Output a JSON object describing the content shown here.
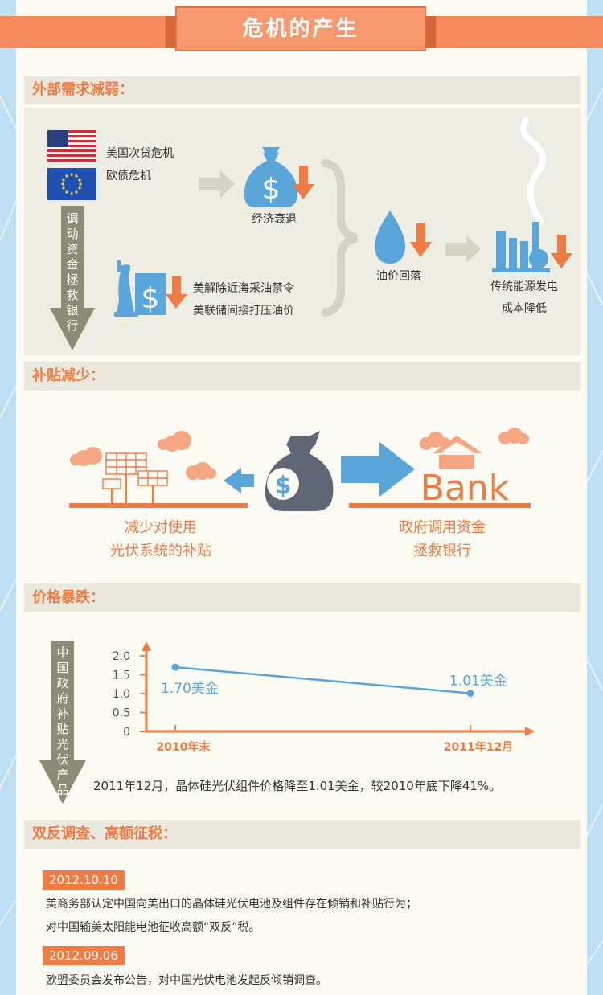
{
  "header": {
    "title": "危机的产生"
  },
  "section1": {
    "title": "外部需求减弱：",
    "us_crisis": "美国次贷危机",
    "eu_crisis": "欧债危机",
    "vertical_arrow": "调动资金拯救银行",
    "recession": "经济衰退",
    "policy_line1": "美解除近海采油禁令",
    "policy_line2": "美联储间接打压油价",
    "oil_drop": "油价回落",
    "energy_line1": "传统能源发电",
    "energy_line2": "成本降低"
  },
  "section2": {
    "title": "补贴减少：",
    "left_line1": "减少对使用",
    "left_line2": "光伏系统的补贴",
    "right_line1": "政府调用资金",
    "right_line2": "拯救银行",
    "bank_word": "Bank"
  },
  "section3": {
    "title": "价格暴跌：",
    "vertical_arrow": "中国政府补贴光伏产品",
    "caption": "2011年12月，晶体硅光伏组件价格降至1.01美金，较2010年底下降41%。"
  },
  "chart_data": {
    "type": "line",
    "categories": [
      "2010年末",
      "2011年12月"
    ],
    "series": [
      {
        "values": [
          1.7,
          1.01
        ]
      }
    ],
    "data_labels": [
      "1.70美金",
      "1.01美金"
    ],
    "y_ticks": [
      "0",
      "0.5",
      "1.0",
      "1.5",
      "2.0"
    ],
    "ylim": [
      0,
      2.3
    ],
    "line_color": "#5aa5da",
    "axis_color": "#ef7b45"
  },
  "section4": {
    "title": "双反调查、高额征税：",
    "events": [
      {
        "date": "2012.10.10",
        "line1": "美商务部认定中国向美出口的晶体硅光伏电池及组件存在倾销和补贴行为；",
        "line2": "对中国输美太阳能电池征收高额“双反”税。"
      },
      {
        "date": "2012.09.06",
        "line1": "欧盟委员会发布公告，对中国光伏电池发起反倾销调查。",
        "line2": ""
      }
    ]
  },
  "colors": {
    "accent": "#ef7b45",
    "blue": "#5aa5da",
    "gray": "#8c8c76",
    "panel": "#eeede3"
  }
}
